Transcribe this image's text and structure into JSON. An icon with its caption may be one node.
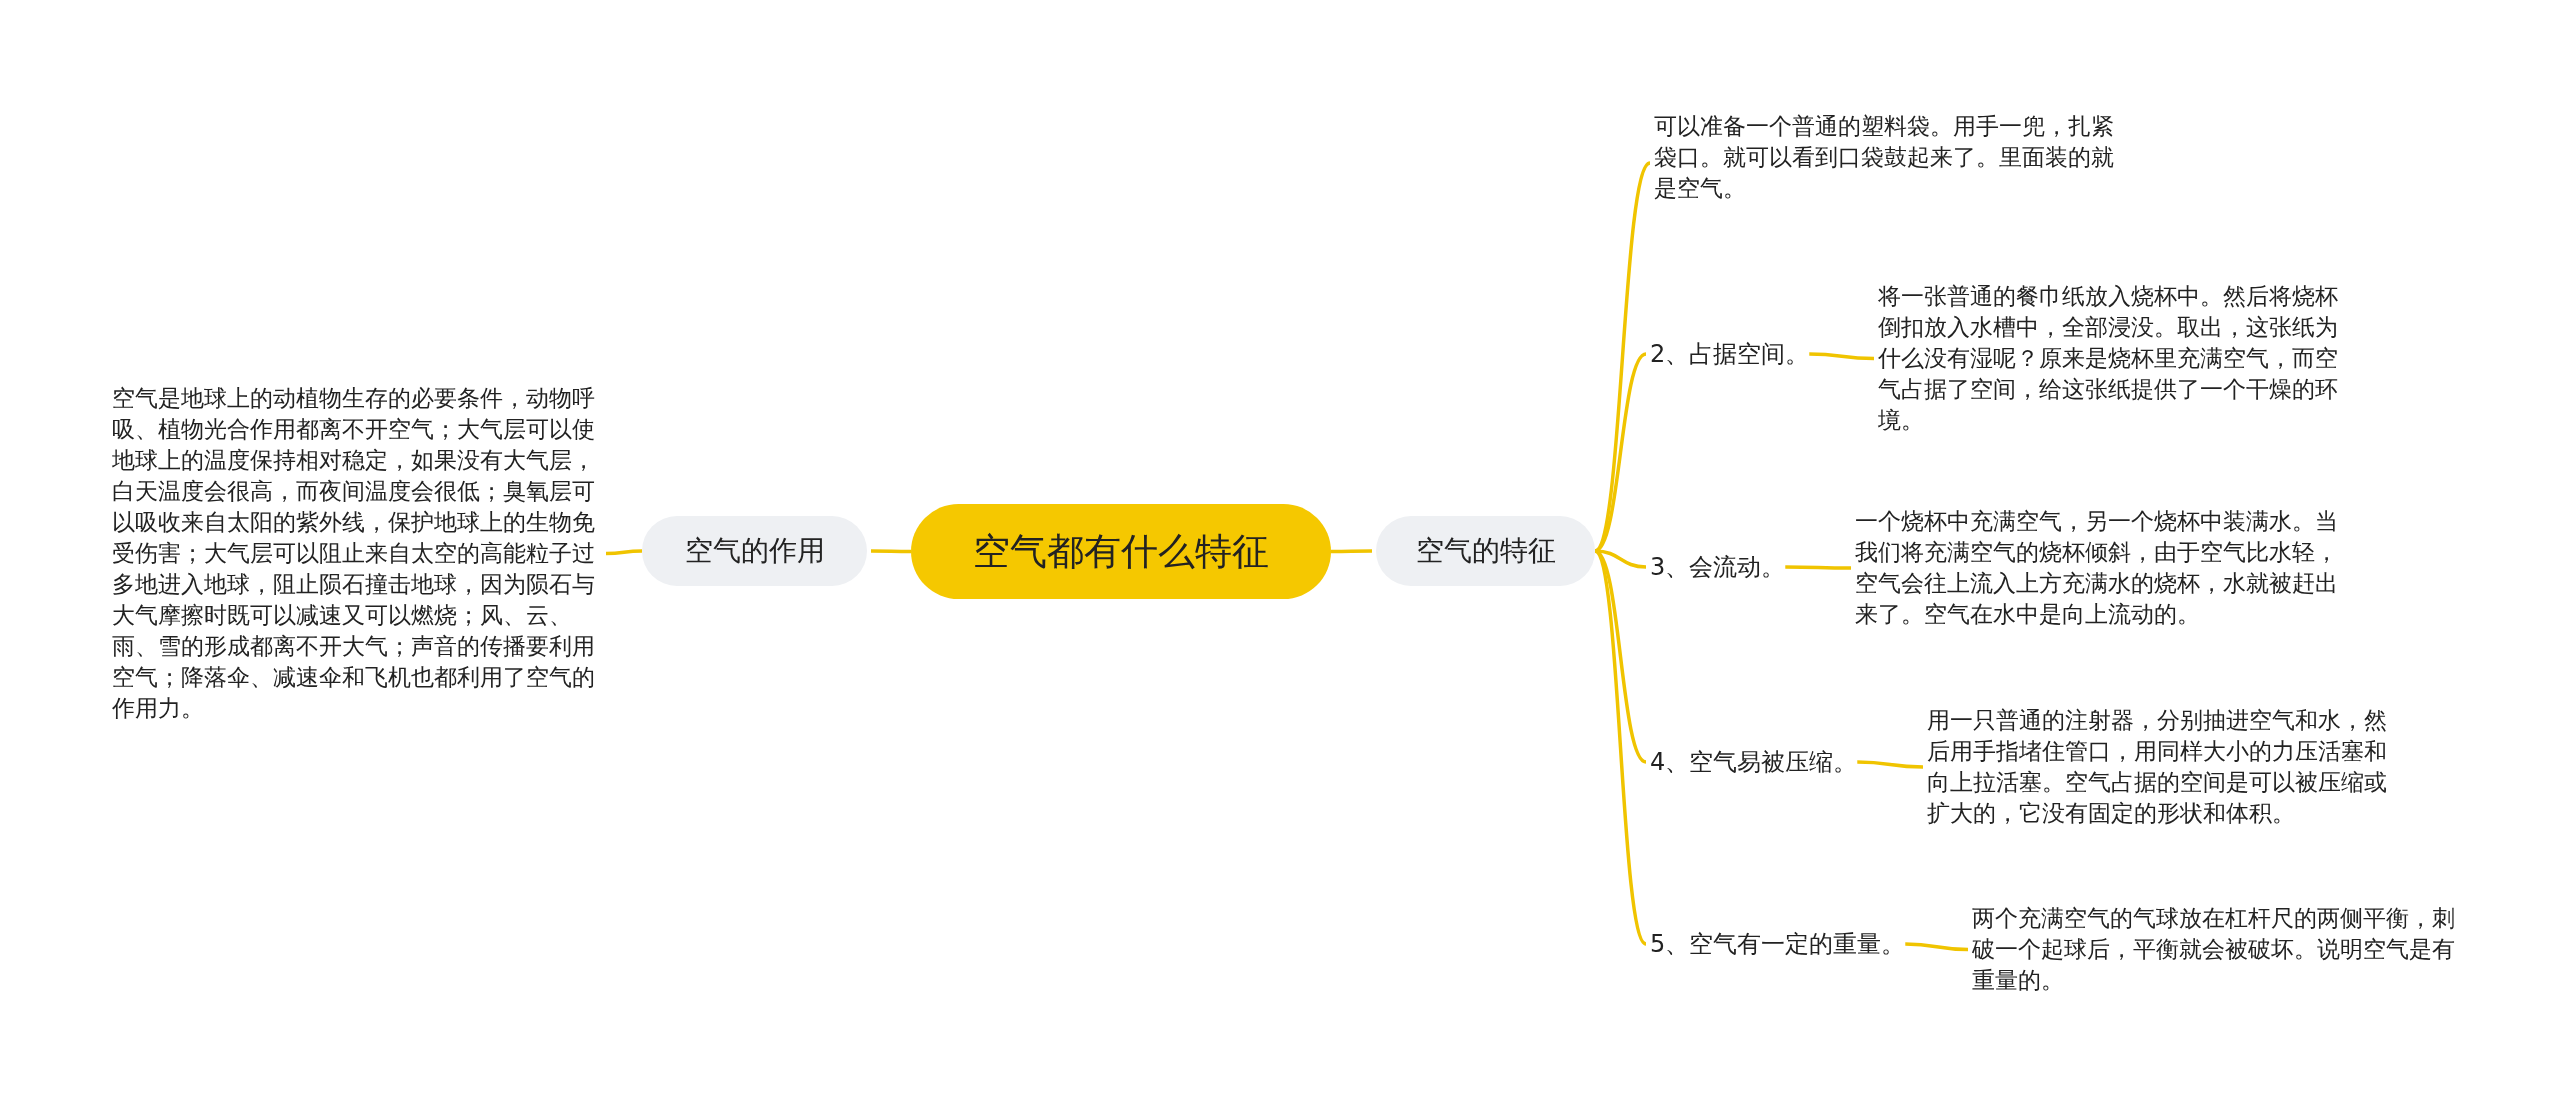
{
  "diagram": {
    "nodes": [
      {
        "text": [
          "空气都有什么特征"
        ]
      },
      {
        "text": [
          "空气的作用"
        ]
      },
      {
        "text": [
          "空气是地球上的动植物生存的必要条件，动物呼吸、植物光合作用都离不开空气；大气层可以使地球上的温度保持相对稳定，如果没有大气层，白天温度会很高，而夜间温度会很低；臭氧层可以吸收来自太阳的紫外线，保护地球上的生物免受伤害；大气层可以阻止来自太空的高能粒子过多地进入地球，阻止陨石撞击地球，因为陨石与大气摩擦时既可以减速又可以燃烧；风、云、雨、雪的形成都离不开大气；声音的传播要利用空气；降落伞、减速伞和飞机也都利用了空气的作用力。"
        ]
      },
      {
        "text": [
          "空气的特征"
        ]
      },
      {
        "text": [
          "可以准备一个普通的塑料袋。用手一兜，扎紧袋口。就可以看到口袋鼓起来了。里面装的就是空气。"
        ]
      },
      {
        "text": [
          "2、占据空间。"
        ]
      },
      {
        "text": [
          "将一张普通的餐巾纸放入烧杯中。然后将烧杯倒扣放入水槽中，全部浸没。取出，这张纸为什么没有湿呢？原来是烧杯里充满空气，而空气占据了空间，给这张纸提供了一个干燥的环境。"
        ]
      },
      {
        "text": [
          "3、会流动。"
        ]
      },
      {
        "text": [
          "一个烧杯中充满空气，另一个烧杯中装满水。当我们将充满空气的烧杯倾斜，由于空气比水轻，空气会往上流入上方充满水的烧杯，水就被赶出来了。空气在水中是向上流动的。"
        ]
      },
      {
        "text": [
          "4、空气易被压缩。"
        ]
      },
      {
        "text": [
          "用一只普通的注射器，分别抽进空气和水，然后用手指堵住管口，用同样大小的力压活塞和向上拉活塞。空气占据的空间是可以被压缩或扩大的，它没有固定的形状和体积。"
        ]
      },
      {
        "text": [
          "5、空气有一定的重量。"
        ]
      },
      {
        "text": [
          "两个充满空气的气球放在杠杆尺的两侧平衡，刺破一个起球后，平衡就会被破坏。说明空气是有重量的。"
        ]
      }
    ],
    "edges": [
      {
        "from": 0,
        "to": 1,
        "arrow": "none"
      },
      {
        "from": 1,
        "to": 2,
        "arrow": "none"
      },
      {
        "from": 0,
        "to": 3,
        "arrow": "none"
      },
      {
        "from": 3,
        "to": 4,
        "arrow": "none"
      },
      {
        "from": 3,
        "to": 5,
        "arrow": "none"
      },
      {
        "from": 5,
        "to": 6,
        "arrow": "none"
      },
      {
        "from": 3,
        "to": 7,
        "arrow": "none"
      },
      {
        "from": 7,
        "to": 8,
        "arrow": "none"
      },
      {
        "from": 3,
        "to": 9,
        "arrow": "none"
      },
      {
        "from": 9,
        "to": 10,
        "arrow": "none"
      },
      {
        "from": 3,
        "to": 11,
        "arrow": "none"
      },
      {
        "from": 11,
        "to": 12,
        "arrow": "none"
      }
    ]
  }
}
